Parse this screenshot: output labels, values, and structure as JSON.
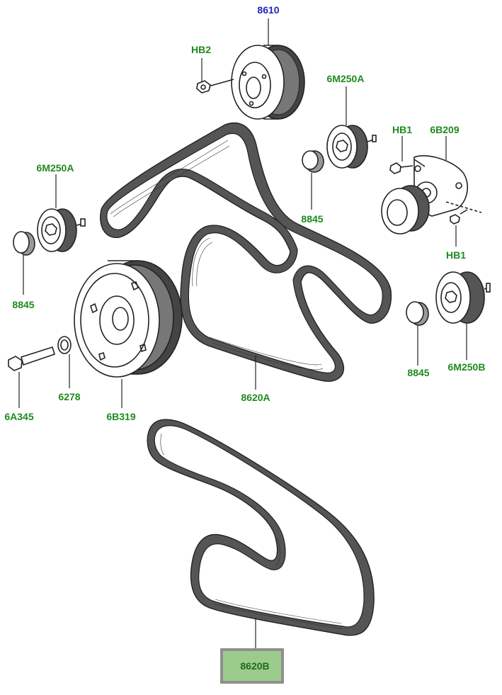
{
  "colors": {
    "label_green": "#1f8a1f",
    "label_blue": "#2222bb",
    "highlight_fill": "#9ccc8c",
    "highlight_border": "#8f8f8f"
  },
  "labels": {
    "p8610": "8610",
    "hb2": "HB2",
    "m250a_top": "6M250A",
    "hb1_top": "HB1",
    "b209": "6B209",
    "m250a_left": "6M250A",
    "s8845_mid": "8845",
    "hb1_bottom": "HB1",
    "s8845_left": "8845",
    "s8845_right": "8845",
    "m250b": "6M250B",
    "a345": "6A345",
    "w6278": "6278",
    "b319": "6B319",
    "belt_a": "8620A",
    "belt_b": "8620B"
  }
}
